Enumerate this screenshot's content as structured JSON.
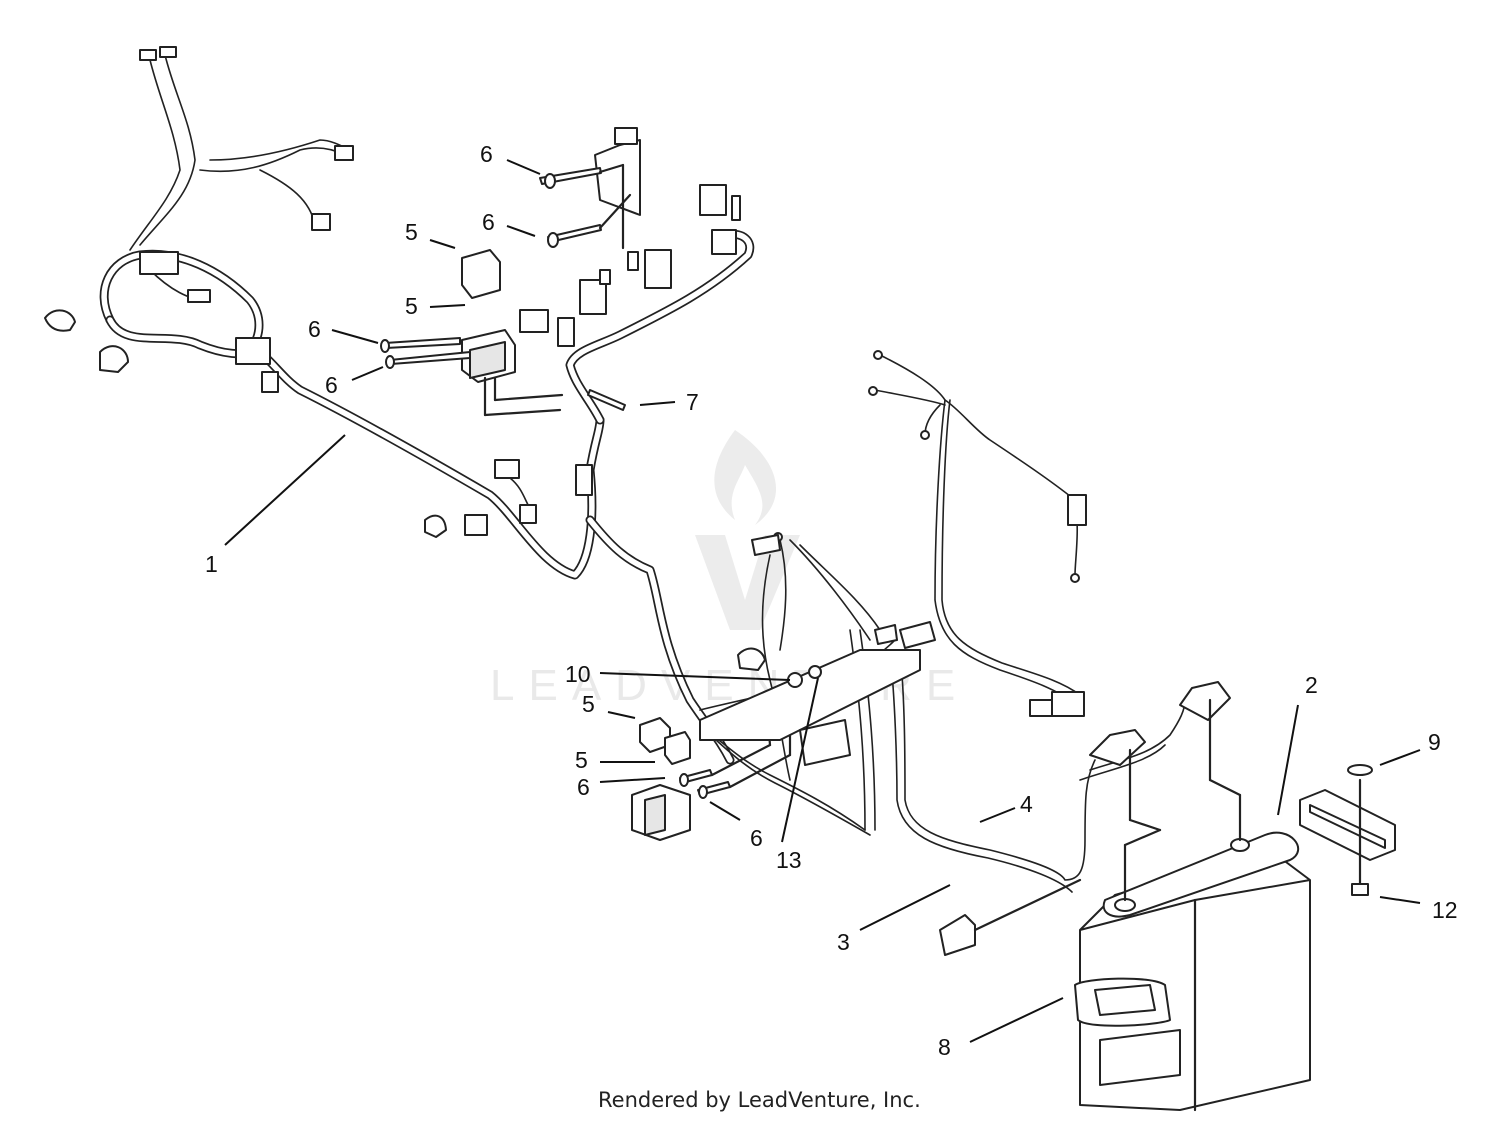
{
  "diagram": {
    "callouts": [
      {
        "id": "c1",
        "text": "1"
      },
      {
        "id": "c2",
        "text": "2"
      },
      {
        "id": "c3",
        "text": "3"
      },
      {
        "id": "c4",
        "text": "4"
      },
      {
        "id": "c5a",
        "text": "5"
      },
      {
        "id": "c5b",
        "text": "5"
      },
      {
        "id": "c5c",
        "text": "5"
      },
      {
        "id": "c5d",
        "text": "5"
      },
      {
        "id": "c6a",
        "text": "6"
      },
      {
        "id": "c6b",
        "text": "6"
      },
      {
        "id": "c6c",
        "text": "6"
      },
      {
        "id": "c6d",
        "text": "6"
      },
      {
        "id": "c6e",
        "text": "6"
      },
      {
        "id": "c6f",
        "text": "6"
      },
      {
        "id": "c7",
        "text": "7"
      },
      {
        "id": "c8",
        "text": "8"
      },
      {
        "id": "c9",
        "text": "9"
      },
      {
        "id": "c10",
        "text": "10"
      },
      {
        "id": "c12",
        "text": "12"
      },
      {
        "id": "c13",
        "text": "13"
      }
    ]
  },
  "watermark": {
    "text": "LEADVENTURE"
  },
  "footer": {
    "credit": "Rendered by LeadVenture, Inc."
  }
}
